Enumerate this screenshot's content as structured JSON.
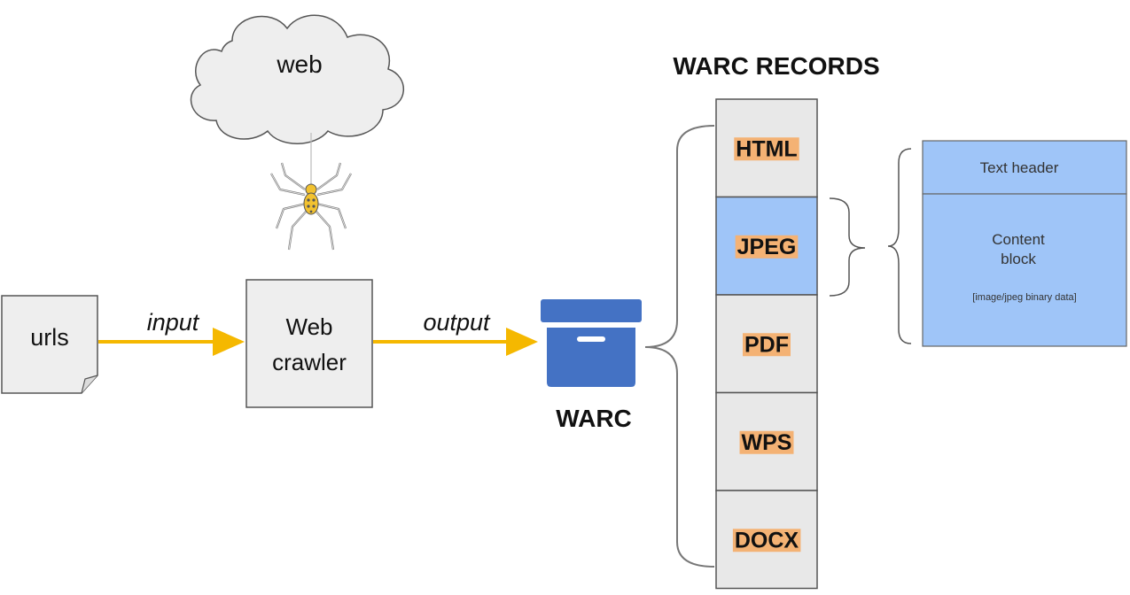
{
  "web": {
    "label": "web"
  },
  "urls": {
    "label": "urls"
  },
  "arrows": {
    "input_label": "input",
    "output_label": "output",
    "color": "#f5b800"
  },
  "crawler": {
    "line1": "Web",
    "line2": "crawler"
  },
  "warc": {
    "label": "WARC",
    "icon": "archive-box-icon",
    "icon_color": "#4472c4"
  },
  "warc_records": {
    "title": "WARC RECORDS",
    "highlight_color": "#f4b274",
    "normal_fill": "#e8e8e8",
    "selected_fill": "#9fc5f8",
    "items": [
      {
        "label": "HTML",
        "selected": false
      },
      {
        "label": "JPEG",
        "selected": true
      },
      {
        "label": "PDF",
        "selected": false
      },
      {
        "label": "WPS",
        "selected": false
      },
      {
        "label": "DOCX",
        "selected": false
      }
    ]
  },
  "record_detail": {
    "header": "Text header",
    "content_line1": "Content",
    "content_line2": "block",
    "content_note": "[image/jpeg binary data]",
    "fill": "#9fc5f8"
  }
}
